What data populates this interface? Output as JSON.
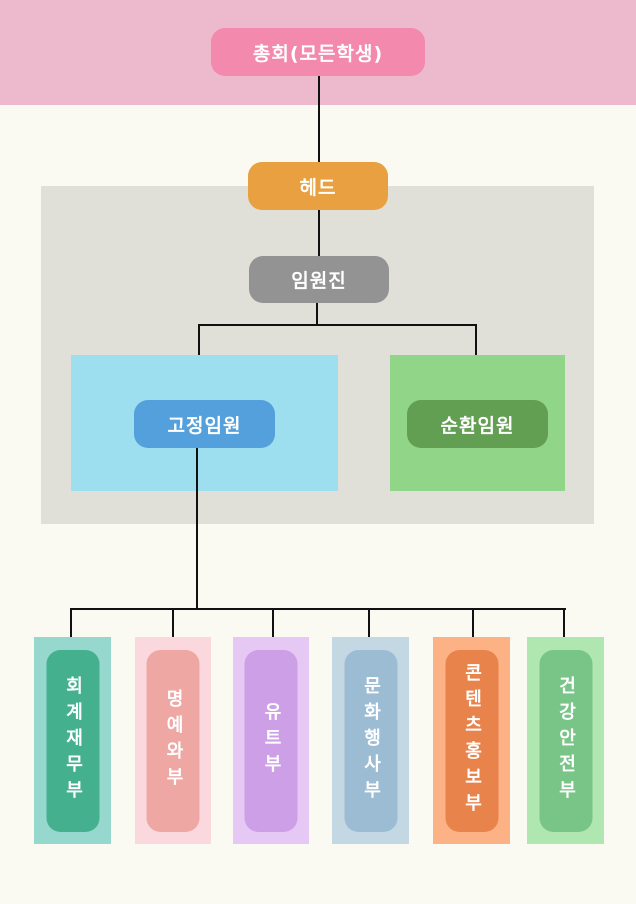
{
  "diagram": {
    "root": {
      "label": "총회(모든학생)",
      "color": "#f389ad"
    },
    "head": {
      "label": "헤드",
      "color": "#e8a040"
    },
    "executives": {
      "label": "임원진",
      "color": "#939393"
    },
    "fixed_officers": {
      "label": "고정임원",
      "color": "#54a0dc"
    },
    "rotating_officers": {
      "label": "순환임원",
      "color": "#639f52"
    },
    "departments": [
      {
        "label": "회계재무부",
        "panel_color": "#96d8cd",
        "pill_color": "#44b08e"
      },
      {
        "label": "명예와부",
        "panel_color": "#fad8dd",
        "pill_color": "#eea7a2"
      },
      {
        "label": "유트부",
        "panel_color": "#e6c8f4",
        "pill_color": "#cc9fe6"
      },
      {
        "label": "문화행사부",
        "panel_color": "#c4d8e4",
        "pill_color": "#9cbcd4"
      },
      {
        "label": "콘텐츠홍보부",
        "panel_color": "#fcb285",
        "pill_color": "#e8834c"
      },
      {
        "label": "건강안전부",
        "panel_color": "#b0e6b0",
        "pill_color": "#79c588"
      }
    ]
  }
}
